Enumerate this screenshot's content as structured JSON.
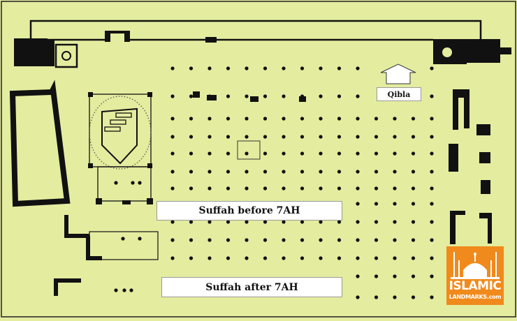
{
  "diagram": {
    "title": "",
    "qibla_label": "Qibla",
    "zones": [
      {
        "id": "suffah-before",
        "label": "Suffah before 7AH"
      },
      {
        "id": "suffah-after",
        "label": "Suffah after 7AH"
      }
    ],
    "colors": {
      "background": "#e4ec9f",
      "walls": "#111111",
      "label_box": "#ffffff",
      "logo": "#f08a1c"
    }
  },
  "logo": {
    "line1": "ISLAMIC",
    "line2": "LANDMARKS.com",
    "icon": "mosque-silhouette-icon"
  }
}
